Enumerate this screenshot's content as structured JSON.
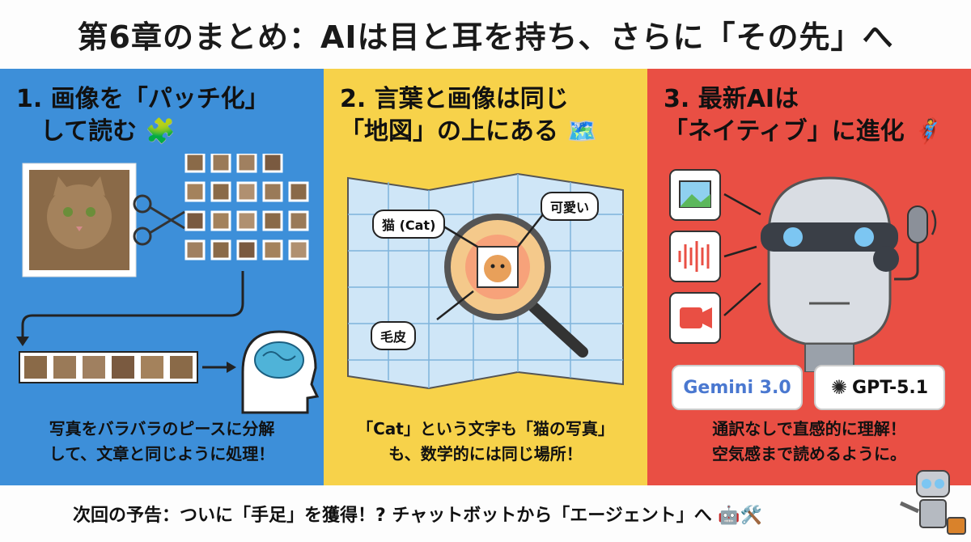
{
  "header": {
    "title": "第6章のまとめ：AIは目と耳を持ち、さらに「その先」へ"
  },
  "panels": [
    {
      "title_line1": "1. 画像を「パッチ化」",
      "title_line2": "して読む",
      "emoji": "🧩",
      "caption_line1": "写真をバラバラのピースに分解",
      "caption_line2": "して、文章と同じように処理！",
      "color": "#3d8fd9"
    },
    {
      "title_line1": "2. 言葉と画像は同じ",
      "title_line2": "「地図」の上にある",
      "emoji": "🗺️",
      "tags": {
        "cat": "猫 (Cat)",
        "cute": "可愛い",
        "fur": "毛皮"
      },
      "caption_line1": "「Cat」という文字も「猫の写真」",
      "caption_line2": "も、数学的には同じ場所！",
      "color": "#f7d24a"
    },
    {
      "title_line1": "3. 最新AIは",
      "title_line2": "「ネイティブ」に進化",
      "emoji": "🦸",
      "brands": {
        "gemini": "Gemini 3.0",
        "gpt": "GPT-5.1"
      },
      "caption_line1": "通訳なしで直感的に理解！",
      "caption_line2": "空気感まで読めるように。",
      "color": "#e94f44"
    }
  ],
  "footer": {
    "text": "次回の予告：ついに「手足」を獲得！? チャットボットから「エージェント」へ 🤖🛠️"
  }
}
